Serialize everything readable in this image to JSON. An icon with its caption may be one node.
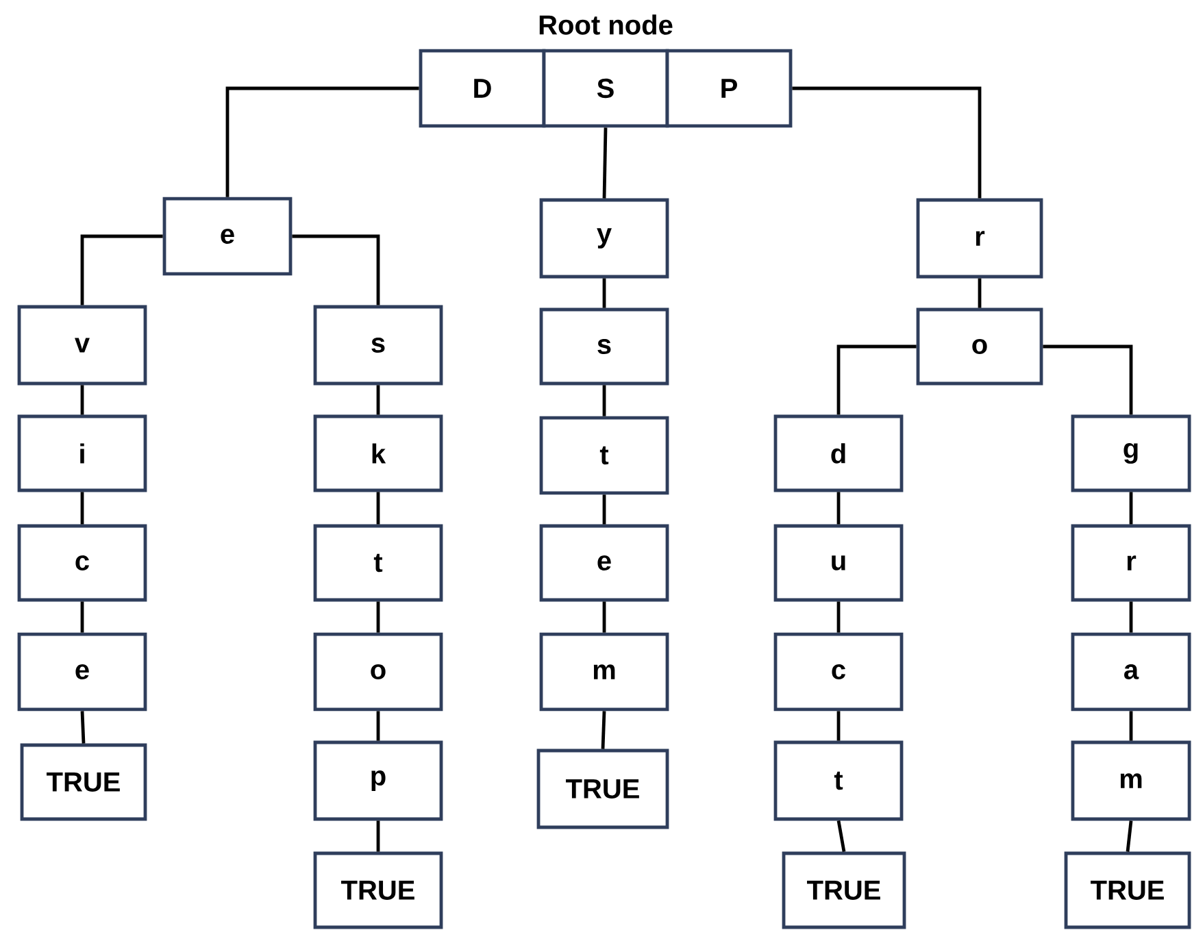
{
  "diagram": {
    "nodes": [
      {
        "text": [
          "D"
        ]
      },
      {
        "text": [
          "S"
        ]
      },
      {
        "text": [
          "P"
        ]
      },
      {
        "text": [
          "e"
        ]
      },
      {
        "text": [
          "v"
        ]
      },
      {
        "text": [
          "i"
        ]
      },
      {
        "text": [
          "c"
        ]
      },
      {
        "text": [
          "e"
        ]
      },
      {
        "text": [
          "TRUE"
        ]
      },
      {
        "text": [
          "s"
        ]
      },
      {
        "text": [
          "k"
        ]
      },
      {
        "text": [
          "t"
        ]
      },
      {
        "text": [
          "o"
        ]
      },
      {
        "text": [
          "p"
        ]
      },
      {
        "text": [
          "TRUE"
        ]
      },
      {
        "text": [
          "y"
        ]
      },
      {
        "text": [
          "s"
        ]
      },
      {
        "text": [
          "t"
        ]
      },
      {
        "text": [
          "e"
        ]
      },
      {
        "text": [
          "m"
        ]
      },
      {
        "text": [
          "TRUE"
        ]
      },
      {
        "text": [
          "r"
        ]
      },
      {
        "text": [
          "o"
        ]
      },
      {
        "text": [
          "d"
        ]
      },
      {
        "text": [
          "u"
        ]
      },
      {
        "text": [
          "c"
        ]
      },
      {
        "text": [
          "t"
        ]
      },
      {
        "text": [
          "TRUE"
        ]
      },
      {
        "text": [
          "g"
        ]
      },
      {
        "text": [
          "r"
        ]
      },
      {
        "text": [
          "a"
        ]
      },
      {
        "text": [
          "m"
        ]
      },
      {
        "text": [
          "TRUE"
        ]
      }
    ],
    "edges": [
      {
        "from": 0,
        "to": 3,
        "arrow": "none"
      },
      {
        "from": 1,
        "to": 15,
        "arrow": "none"
      },
      {
        "from": 2,
        "to": 21,
        "arrow": "none"
      },
      {
        "from": 3,
        "to": 4,
        "arrow": "none"
      },
      {
        "from": 4,
        "to": 5,
        "arrow": "none"
      },
      {
        "from": 5,
        "to": 6,
        "arrow": "none"
      },
      {
        "from": 6,
        "to": 7,
        "arrow": "none"
      },
      {
        "from": 7,
        "to": 8,
        "arrow": "none"
      },
      {
        "from": 3,
        "to": 9,
        "arrow": "none"
      },
      {
        "from": 9,
        "to": 10,
        "arrow": "none"
      },
      {
        "from": 10,
        "to": 11,
        "arrow": "none"
      },
      {
        "from": 11,
        "to": 12,
        "arrow": "none"
      },
      {
        "from": 12,
        "to": 13,
        "arrow": "none"
      },
      {
        "from": 13,
        "to": 14,
        "arrow": "none"
      },
      {
        "from": 15,
        "to": 16,
        "arrow": "none"
      },
      {
        "from": 16,
        "to": 17,
        "arrow": "none"
      },
      {
        "from": 17,
        "to": 18,
        "arrow": "none"
      },
      {
        "from": 18,
        "to": 19,
        "arrow": "none"
      },
      {
        "from": 19,
        "to": 20,
        "arrow": "none"
      },
      {
        "from": 21,
        "to": 22,
        "arrow": "none"
      },
      {
        "from": 22,
        "to": 23,
        "arrow": "none"
      },
      {
        "from": 23,
        "to": 24,
        "arrow": "none"
      },
      {
        "from": 24,
        "to": 25,
        "arrow": "none"
      },
      {
        "from": 25,
        "to": 26,
        "arrow": "none"
      },
      {
        "from": 26,
        "to": 27,
        "arrow": "none"
      },
      {
        "from": 22,
        "to": 28,
        "arrow": "none"
      },
      {
        "from": 28,
        "to": 29,
        "arrow": "none"
      },
      {
        "from": 29,
        "to": 30,
        "arrow": "none"
      },
      {
        "from": 30,
        "to": 31,
        "arrow": "none"
      },
      {
        "from": 31,
        "to": 32,
        "arrow": "none"
      }
    ],
    "labels": [
      "Root node"
    ]
  }
}
